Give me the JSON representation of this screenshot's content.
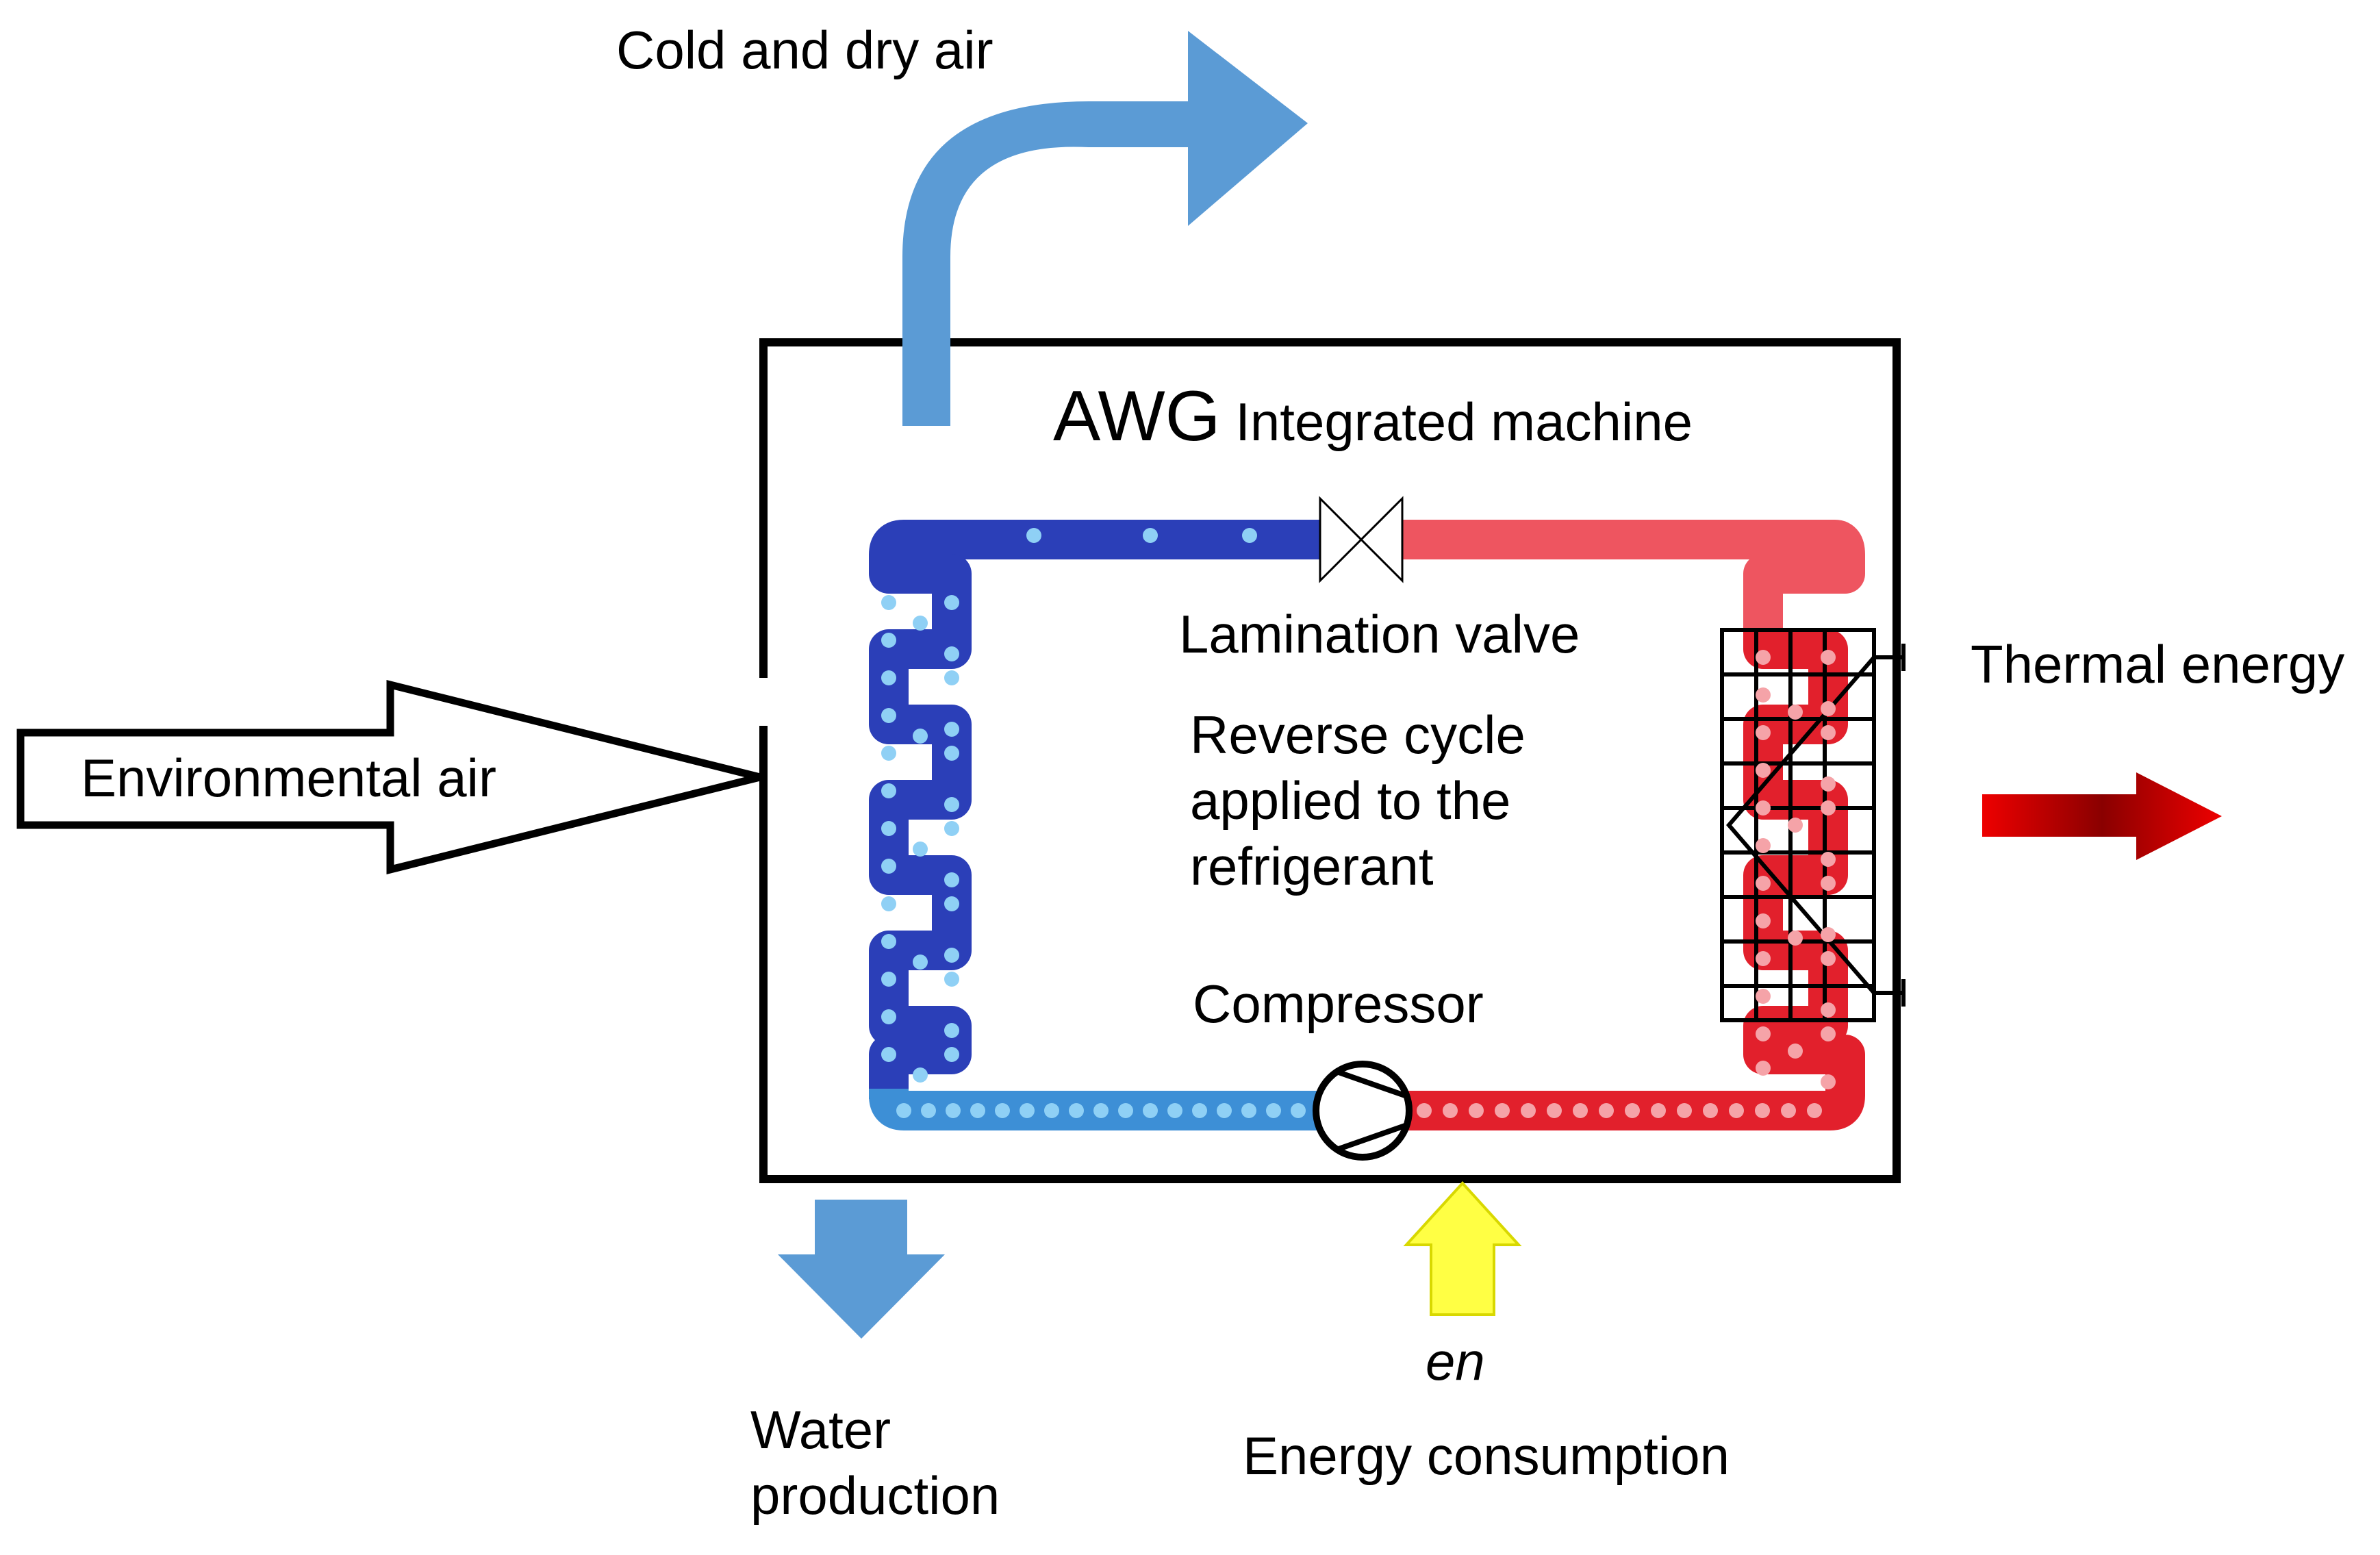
{
  "labels": {
    "cold_dry_air": "Cold and dry air",
    "awg_title_big": "AWG",
    "awg_title_rest": "Integrated machine",
    "lamination_valve": "Lamination valve",
    "reverse_cycle_1": "Reverse cycle",
    "reverse_cycle_2": "applied to the",
    "reverse_cycle_3": "refrigerant",
    "compressor": "Compressor",
    "environmental_air": "Environmental air",
    "thermal_energy": "Thermal energy",
    "water_production_1": "Water",
    "water_production_2": "production",
    "en_symbol": "en",
    "energy_consumption": "Energy consumption"
  },
  "colors": {
    "cold_pipe": "#2b3fb8",
    "cold_pipe_light": "#3d8fd6",
    "hot_pipe": "#e2202c",
    "hot_pipe_light": "#ee5560",
    "air_arrow_blue": "#5b9bd5",
    "energy_arrow_yellow": "#ffff44",
    "thermal_arrow_red": "#e00000",
    "bubble_cold": "#8fd0f5",
    "bubble_hot": "#f5a3a8"
  }
}
